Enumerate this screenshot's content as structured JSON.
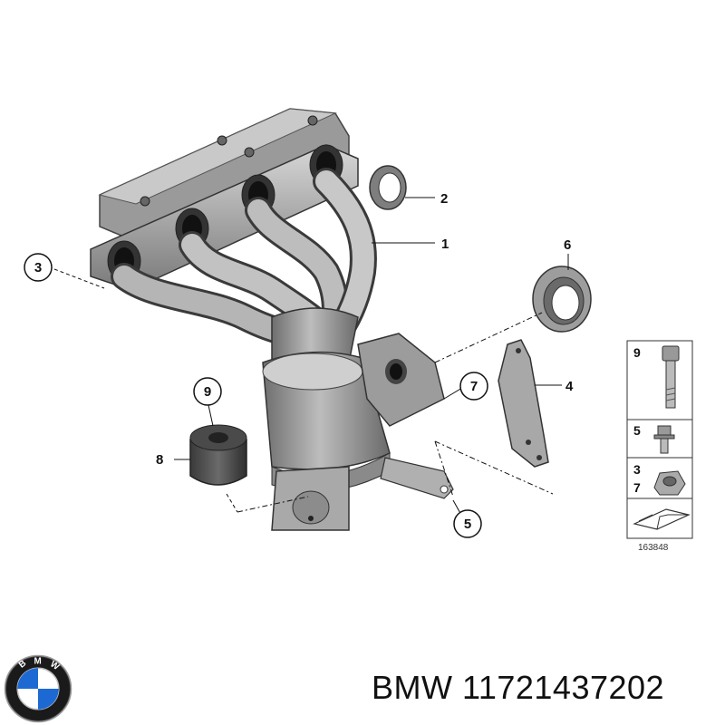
{
  "callouts": {
    "c1": "1",
    "c2": "2",
    "c3": "3",
    "c4": "4",
    "c5": "5",
    "c6": "6",
    "c7": "7",
    "c8": "8",
    "c9": "9"
  },
  "legend": {
    "row1": "9",
    "row2": "5",
    "row3a": "3",
    "row3b": "7",
    "diagram_id": "163848"
  },
  "logo": {
    "text": "BMW",
    "colors": {
      "blue": "#1c69d4",
      "ring": "#111111"
    }
  },
  "footer": {
    "brand": "BMW",
    "part_number": "11721437202",
    "full": "BMW 11721437202"
  }
}
